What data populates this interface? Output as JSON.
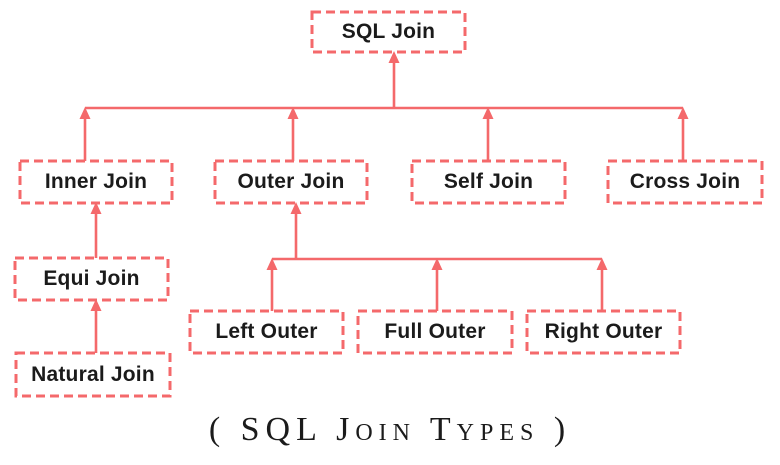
{
  "diagram": {
    "title": "( SQL Join Types )",
    "accent_color": "#f4696b",
    "text_color": "#1b1b1b",
    "nodes": {
      "sql_join": {
        "label": "SQL Join"
      },
      "inner_join": {
        "label": "Inner Join"
      },
      "outer_join": {
        "label": "Outer Join"
      },
      "self_join": {
        "label": "Self Join"
      },
      "cross_join": {
        "label": "Cross Join"
      },
      "equi_join": {
        "label": "Equi Join"
      },
      "natural_join": {
        "label": "Natural Join"
      },
      "left_outer": {
        "label": "Left Outer"
      },
      "full_outer": {
        "label": "Full Outer"
      },
      "right_outer": {
        "label": "Right Outer"
      }
    },
    "edges": [
      {
        "from": "inner_join",
        "to": "sql_join"
      },
      {
        "from": "outer_join",
        "to": "sql_join"
      },
      {
        "from": "self_join",
        "to": "sql_join"
      },
      {
        "from": "cross_join",
        "to": "sql_join"
      },
      {
        "from": "equi_join",
        "to": "inner_join"
      },
      {
        "from": "natural_join",
        "to": "equi_join"
      },
      {
        "from": "left_outer",
        "to": "outer_join"
      },
      {
        "from": "full_outer",
        "to": "outer_join"
      },
      {
        "from": "right_outer",
        "to": "outer_join"
      }
    ]
  }
}
